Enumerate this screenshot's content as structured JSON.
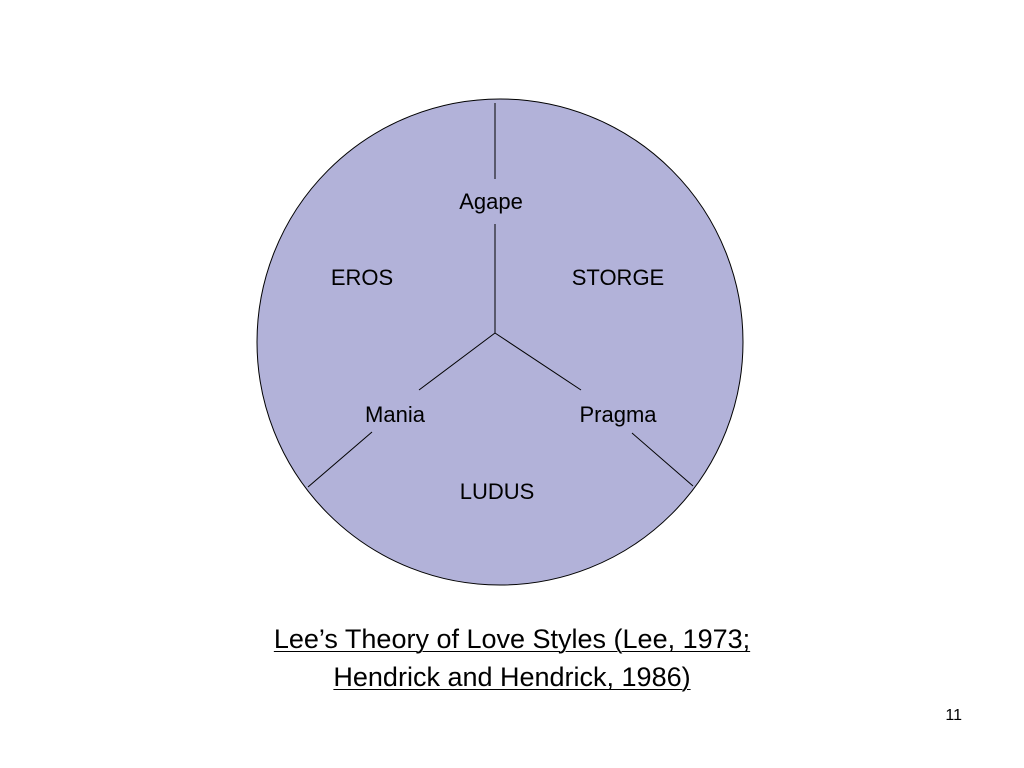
{
  "diagram": {
    "fill_color": "#b2b2d9",
    "stroke_color": "#000000",
    "styles": {
      "eros": "EROS",
      "storge": "STORGE",
      "ludus": "LUDUS"
    },
    "boundaries": {
      "agape": "Agape",
      "mania": "Mania",
      "pragma": "Pragma"
    }
  },
  "title": {
    "line1": "Lee’s Theory of Love Styles (Lee, 1973;",
    "line2": "Hendrick and Hendrick, 1986)"
  },
  "page_number": "11"
}
